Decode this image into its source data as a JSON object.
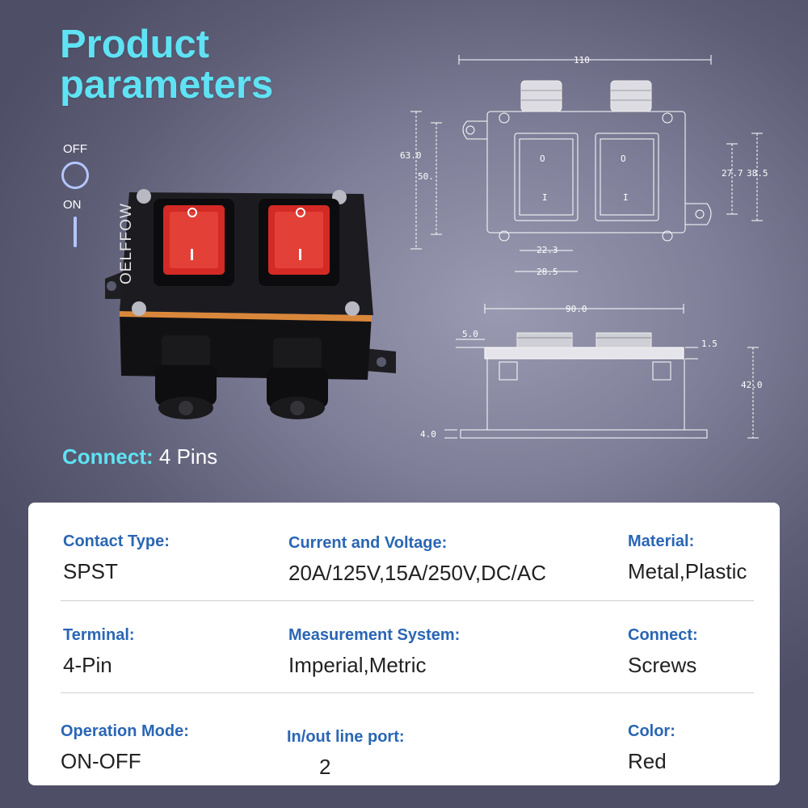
{
  "title": {
    "line1": "Product",
    "line2": "parameters"
  },
  "states": {
    "off": "OFF",
    "on": "ON"
  },
  "brand": "OELFFOW",
  "connect": {
    "label": "Connect:",
    "value": "4 Pins"
  },
  "dimensions": {
    "width_total": "110",
    "height_total": "63.0",
    "height_inner": "50.",
    "switch_height_inner": "27.7",
    "switch_height_outer": "38.5",
    "switch_gap_inner": "22.3",
    "switch_gap_outer": "28.5",
    "side_width": "90.0",
    "side_top": "5.0",
    "side_lip": "1.5",
    "side_height": "42.0",
    "side_base": "4.0",
    "switch_symbol_off": "O",
    "switch_symbol_on": "I"
  },
  "specs": {
    "contact_type": {
      "label": "Contact Type:",
      "value": "SPST"
    },
    "current_voltage": {
      "label": "Current and Voltage:",
      "value": "20A/125V,15A/250V,DC/AC"
    },
    "material": {
      "label": "Material:",
      "value": "Metal,Plastic"
    },
    "terminal": {
      "label": "Terminal:",
      "value": "4-Pin"
    },
    "measurement": {
      "label": "Measurement System:",
      "value": "Imperial,Metric"
    },
    "connect": {
      "label": "Connect:",
      "value": "Screws"
    },
    "operation": {
      "label": "Operation Mode:",
      "value": "ON-OFF"
    },
    "port": {
      "label": "In/out line port:",
      "value": "2"
    },
    "color": {
      "label": "Color:",
      "value": "Red"
    }
  },
  "colors": {
    "accent": "#5fe3f4",
    "spec_label": "#2a66b4",
    "switch_red": "#e02a2a"
  }
}
